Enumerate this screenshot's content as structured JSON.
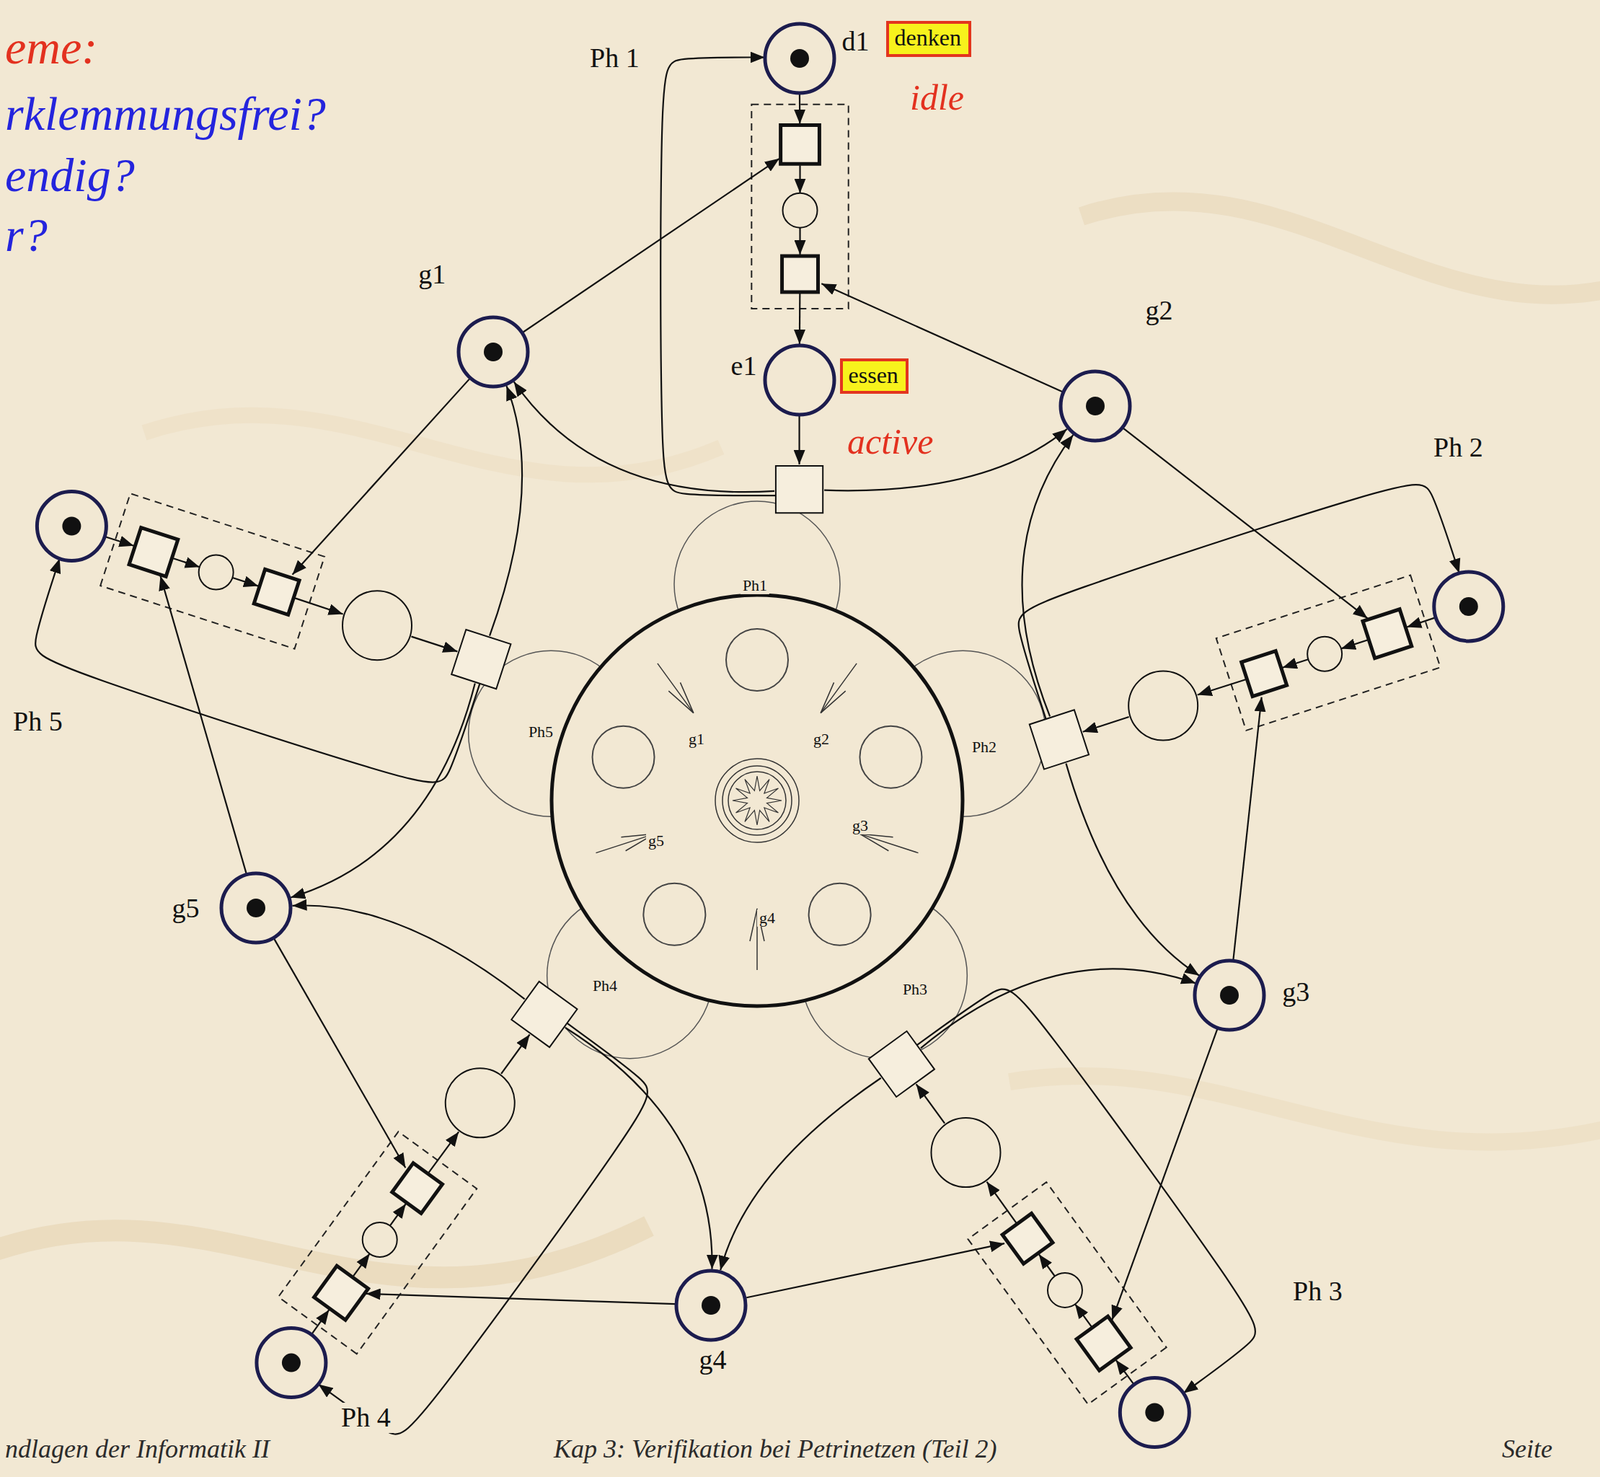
{
  "diagram": {
    "nodes": [
      {
        "text": [
          "d1"
        ]
      },
      {
        "text": [
          "denken"
        ]
      },
      {
        "text": [
          "e1"
        ]
      },
      {
        "text": [
          "essen"
        ]
      },
      {
        "text": [
          "g1"
        ]
      },
      {
        "text": [
          "g2"
        ]
      },
      {
        "text": [
          "g3"
        ]
      },
      {
        "text": [
          "g4"
        ]
      },
      {
        "text": [
          "g5"
        ]
      }
    ],
    "labels": [
      "eme:",
      "rklemmungsfrei?",
      "endig?",
      "r?",
      "Ph 1",
      "idle",
      "active",
      "Ph 2",
      "Ph 5",
      "Ph 3",
      "Ph 4",
      "Ph1",
      "Ph2",
      "Ph3",
      "Ph4",
      "Ph5",
      "g1",
      "g2",
      "g3",
      "g4",
      "g5",
      "ndlagen der Informatik II",
      "Kap 3: Verifikation bei Petrinetzen (Teil 2)",
      "Seite"
    ]
  }
}
